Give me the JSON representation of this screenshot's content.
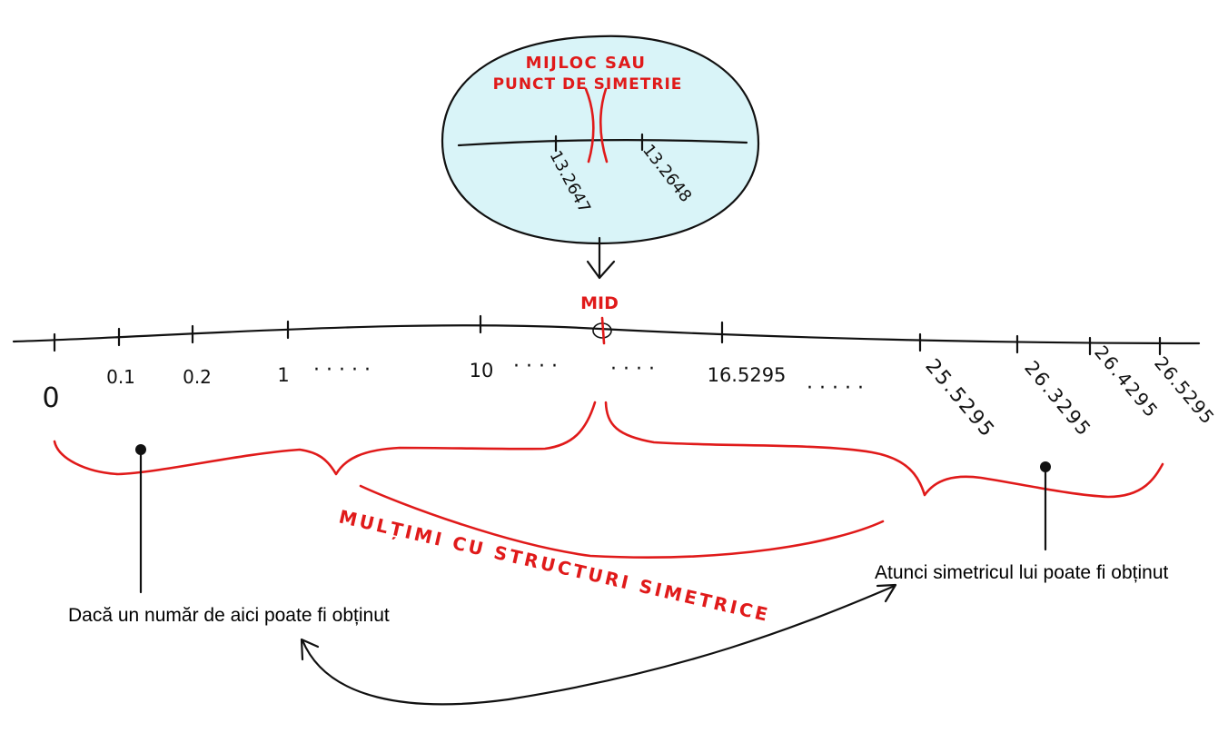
{
  "zoom_bubble": {
    "title_line1": "MIJLOC SAU",
    "title_line2": "PUNCT DE SIMETRIE",
    "left_value": "13.2647",
    "right_value": "13.2648",
    "fill_color": "#d9f4f8"
  },
  "number_line": {
    "mid_label": "MID",
    "ticks": [
      "0",
      "0.1",
      "0.2",
      "1",
      "10",
      "16.5295",
      "25.5295",
      "26.3295",
      "26.4295",
      "26.5295"
    ],
    "ellipses": [
      "· · · · ·",
      "· · · ·",
      "· · · ·",
      "· · · · ·"
    ]
  },
  "symmetric_label": "MULȚIMI CU STRUCTURI SIMETRICE",
  "notes": {
    "left": "Dacă un număr de aici poate fi obținut",
    "right": "Atunci simetricul lui poate fi obținut"
  },
  "colors": {
    "ink": "#111111",
    "red": "#e01a1a",
    "bubble": "#d9f4f8"
  }
}
